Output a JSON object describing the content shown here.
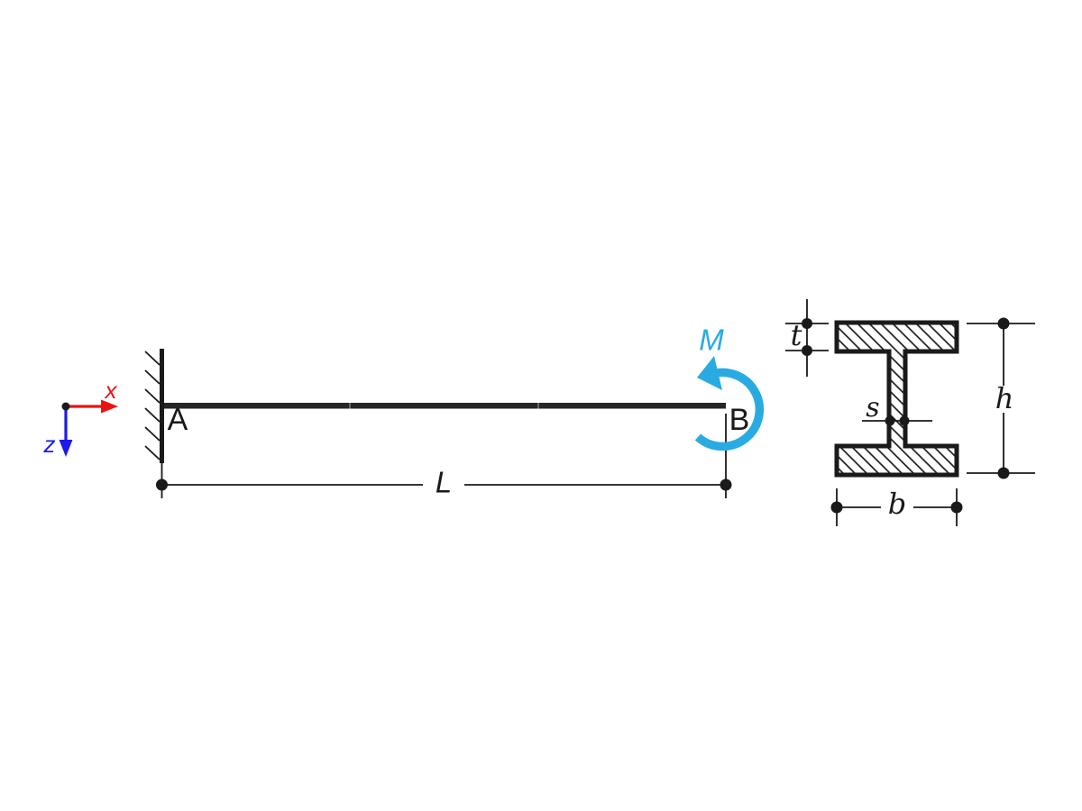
{
  "coordinate_system": {
    "x_axis_label": "x",
    "z_axis_label": "z",
    "x_axis_color": "#ee1111",
    "z_axis_color": "#1a1aee"
  },
  "beam_model": {
    "node_a_label": "A",
    "node_b_label": "B",
    "length_label": "L",
    "beam_color": "#262626",
    "ink_color": "#1a1a1a"
  },
  "moment_load": {
    "label": "M",
    "color": "#29abe2"
  },
  "cross_section": {
    "flange_thickness_label": "t",
    "web_thickness_label": "s",
    "height_label": "h",
    "width_label": "b"
  }
}
